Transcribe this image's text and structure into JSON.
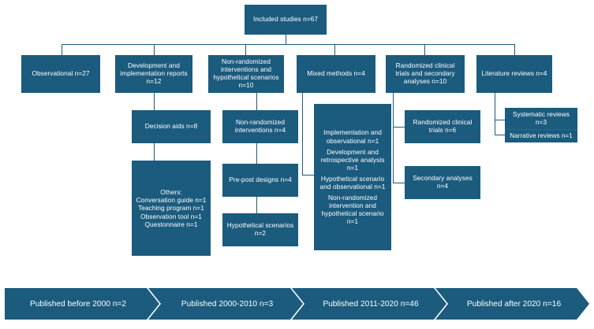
{
  "diagram": {
    "title": "Included studies flowchart",
    "colors": {
      "box_fill": "#1b5b7e",
      "box_text": "#ffffff",
      "connector": "#1b5b7e",
      "background": "#ffffff"
    },
    "root": {
      "label": "Included studies n=67"
    },
    "level1": [
      {
        "label": "Observational n=27"
      },
      {
        "label": "Development and implementation reports n=12"
      },
      {
        "label": "Non-randomized interventions and hypothetical scenarios n=10"
      },
      {
        "label": "Mixed methods n=4"
      },
      {
        "label": "Randomized clinical trials and secondary analyses n=10"
      },
      {
        "label": "Literature reviews n=4"
      }
    ],
    "level2": {
      "development": [
        {
          "label": "Decision aids n=8"
        },
        {
          "label": "Others: Conversation guide n=1 Teaching program n=1 Observation tool n=1 Questonnaire n=1",
          "lines": [
            "Others:",
            "Conversation guide n=1",
            "Teaching program n=1",
            "Observation tool n=1",
            "Questonnaire n=1"
          ]
        }
      ],
      "non_randomized": [
        {
          "label": "Non-randomized interventions n=4"
        },
        {
          "label": "Pre-post designs n=4"
        },
        {
          "label": "Hypothetical scenarios n=2"
        }
      ],
      "mixed_methods": [
        {
          "label": "Implementation and observational n=1 Development and retrospective analysis n=1 Hypothetical scenario and observational n=1 Non-randomized intervention and hypothetical scenario n=1",
          "lines": [
            "Implementation and observational n=1",
            "Development and retrospective analysis n=1",
            "Hypothetical scenario and observational n=1",
            "Non-randomized intervention and hypothetical scenario n=1"
          ]
        }
      ],
      "randomized": [
        {
          "label": "Randomized clinical trials n=6"
        },
        {
          "label": "Secondary analyses n=4"
        }
      ],
      "reviews": [
        {
          "label": "Systematic reviews n=3"
        },
        {
          "label": "Narrative reviews n=1"
        }
      ]
    },
    "timeline": [
      {
        "label": "Published before 2000 n=2"
      },
      {
        "label": "Published 2000-2010 n=3"
      },
      {
        "label": "Published 2011-2020 n=46"
      },
      {
        "label": "Published after 2020 n=16"
      }
    ]
  }
}
